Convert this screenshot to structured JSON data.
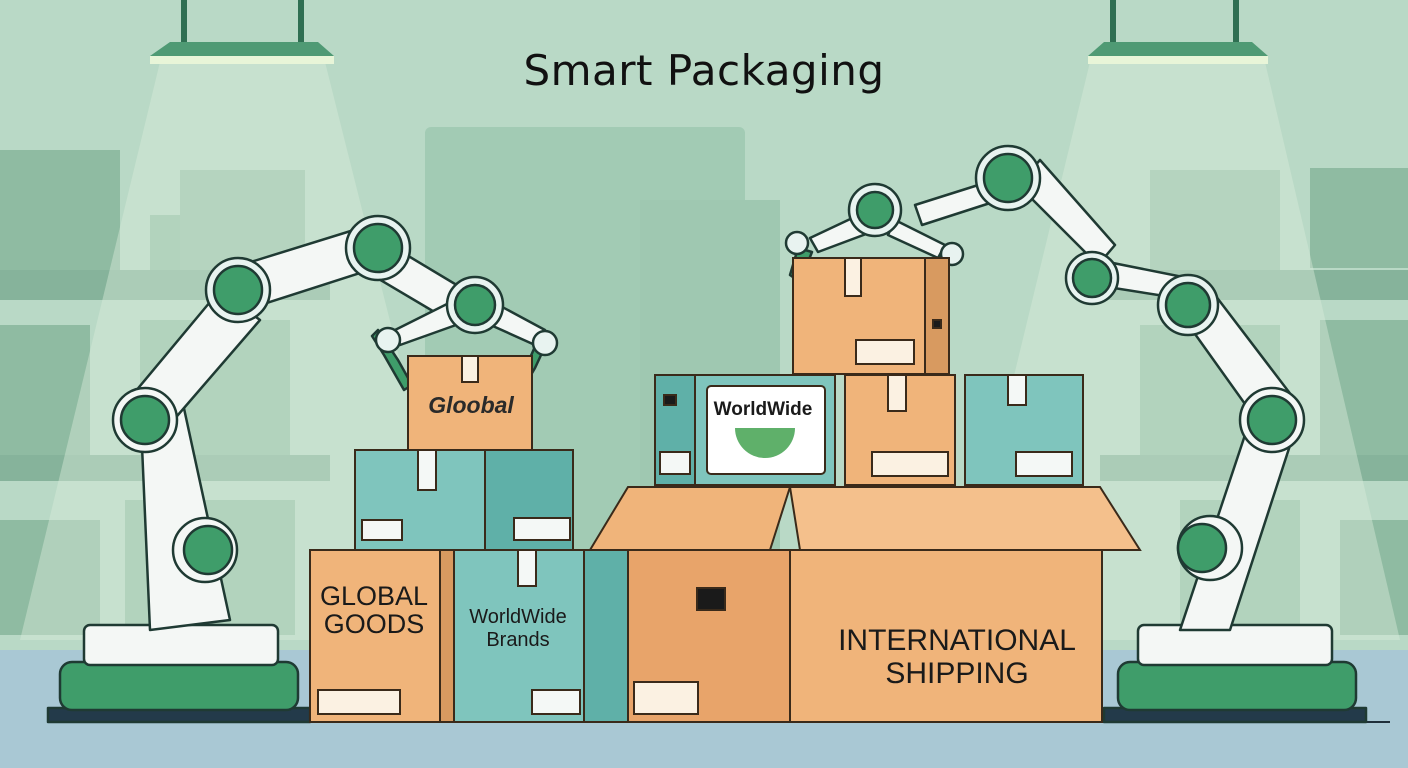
{
  "title": "Smart Packaging",
  "boxes": {
    "gloobal": "Gloobal",
    "global_goods": "GLOBAL\nGOODS",
    "worldwide_brands": "WorldWide\nBrands",
    "worldwide_sign": "WorldWide",
    "international_shipping": "INTERNATIONAL\nSHIPPING"
  },
  "colors": {
    "background": "#b9d9c6",
    "cardboard": "#f0b47a",
    "teal_box": "#7fc5bd",
    "robot_green": "#3f9d6a",
    "floor": "#a9c8d4"
  }
}
